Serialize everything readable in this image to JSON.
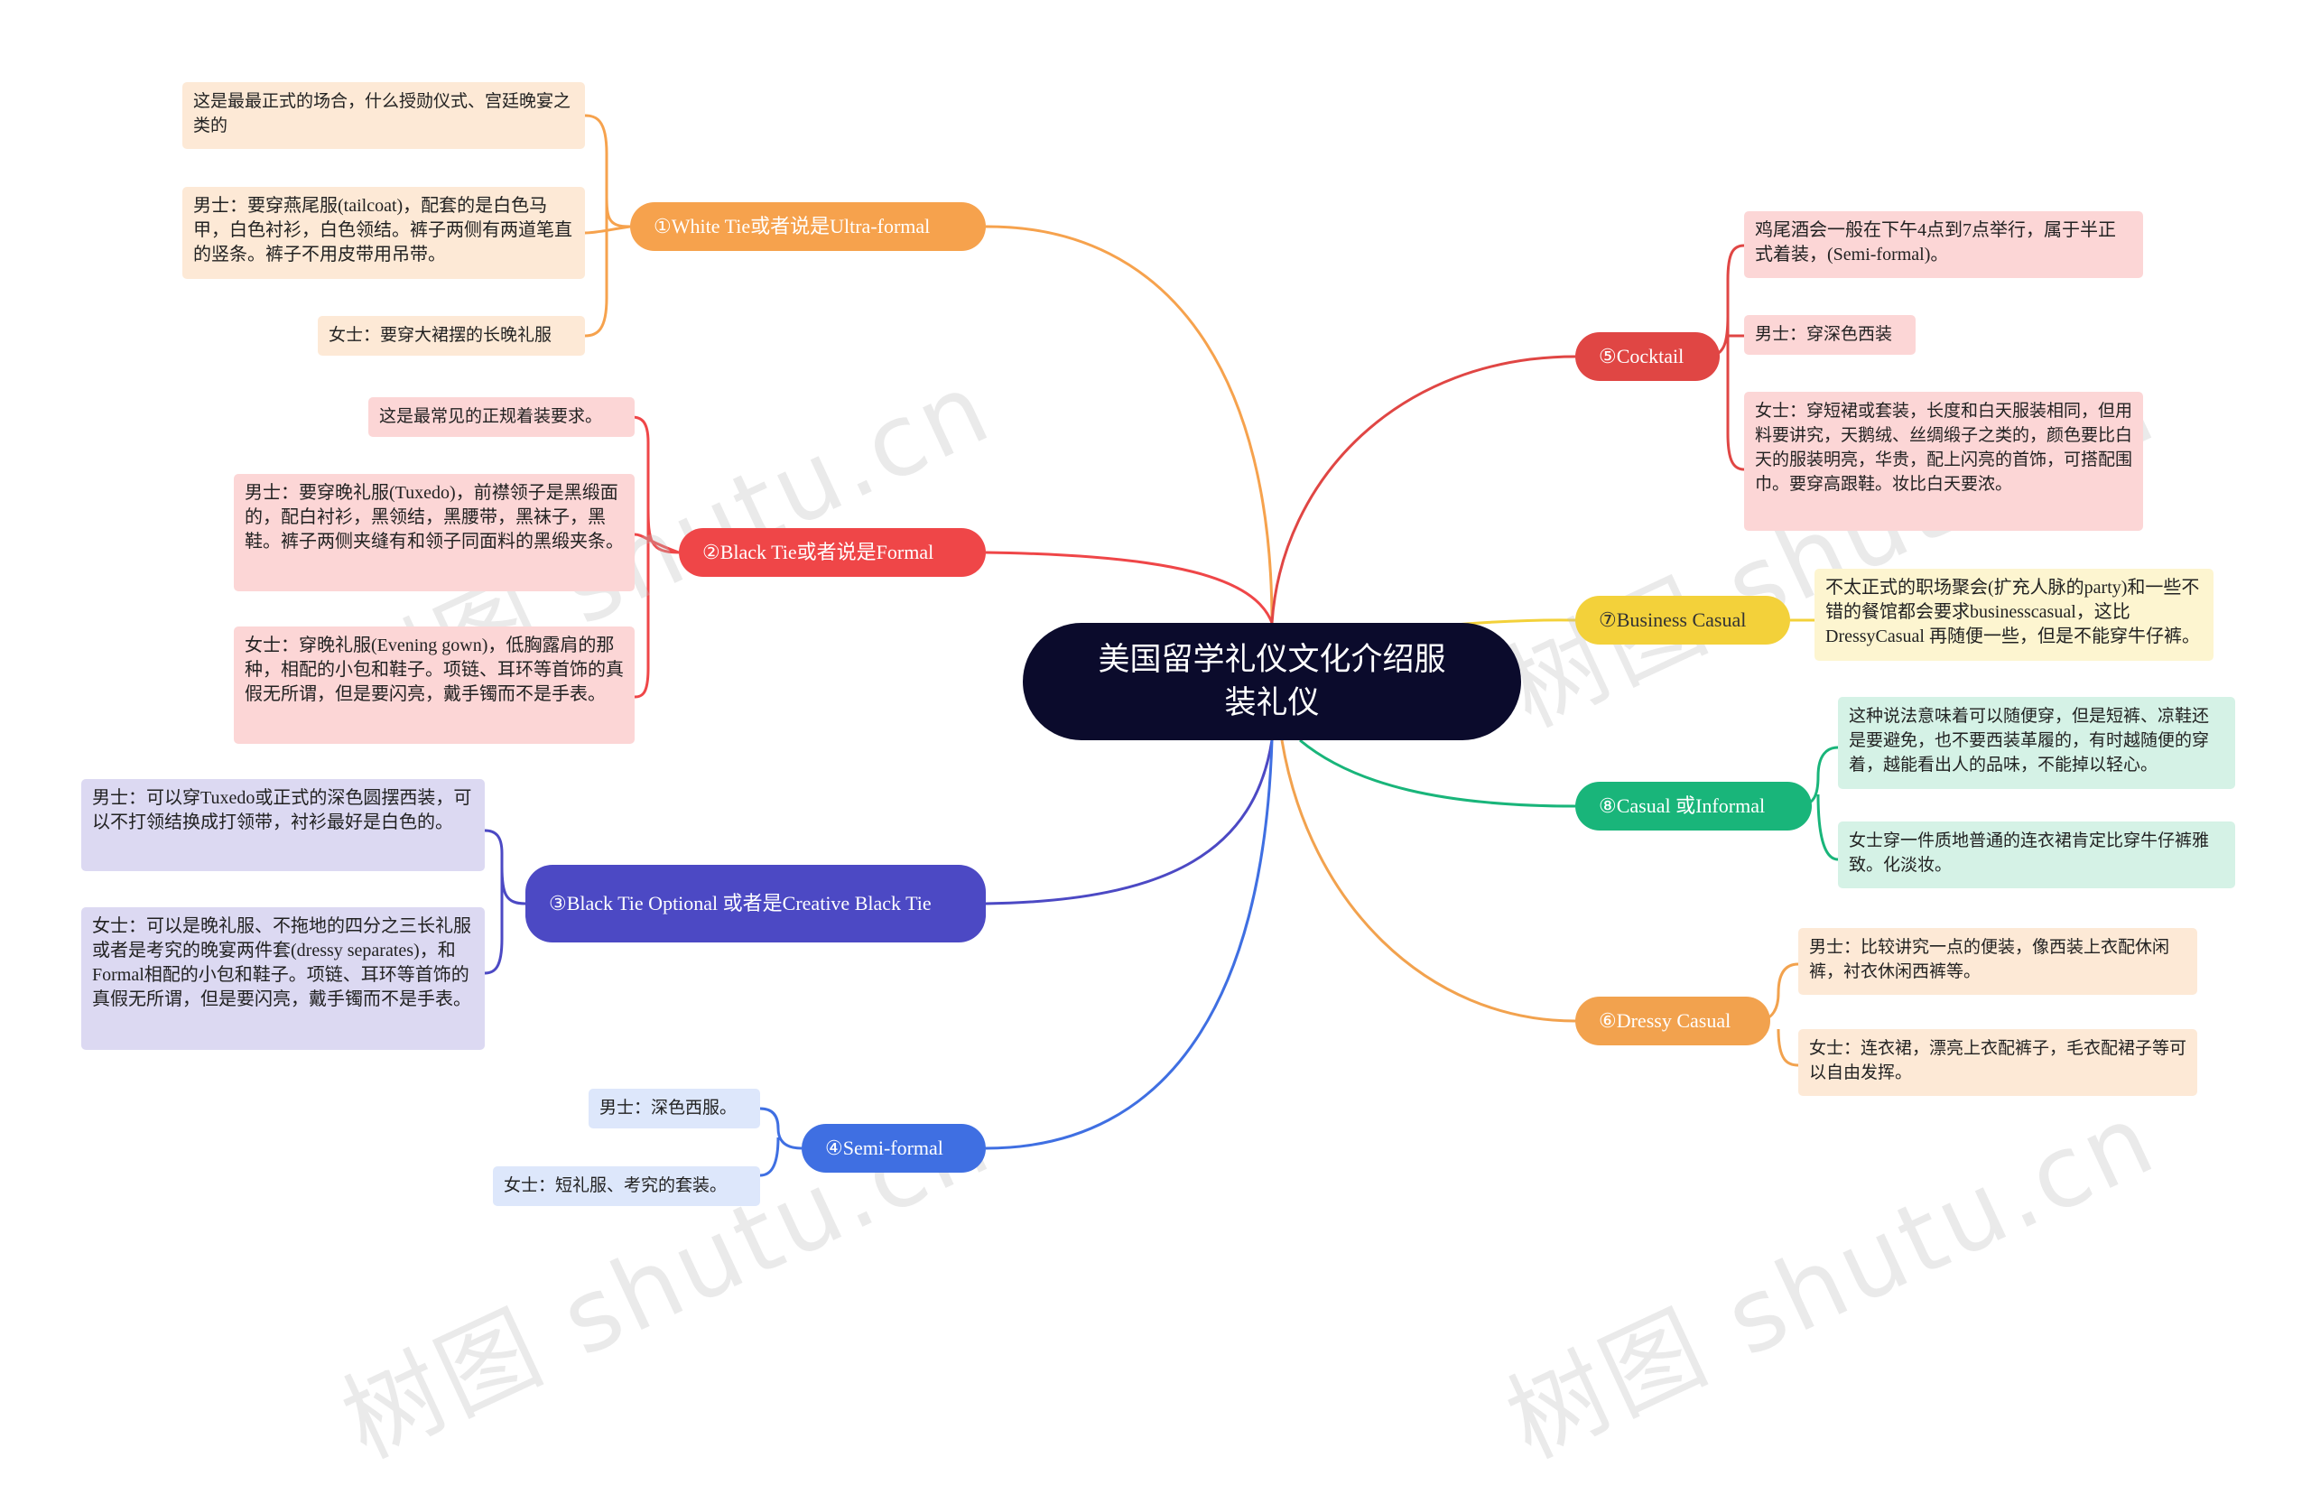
{
  "center": {
    "title": "美国留学礼仪文化介绍服装礼仪"
  },
  "branches": {
    "white_tie": {
      "label": "①White Tie或者说是Ultra-formal",
      "color": "#f6a24d"
    },
    "black_tie": {
      "label": "②Black Tie或者说是Formal",
      "color": "#ef4648"
    },
    "bto": {
      "label": "③Black Tie Optional 或者是Creative Black Tie",
      "color": "#4c49c4"
    },
    "semi_formal": {
      "label": "④Semi-formal",
      "color": "#3f6fe2"
    },
    "cocktail": {
      "label": "⑤Cocktail",
      "color": "#e04644"
    },
    "dressy_casual": {
      "label": "⑥Dressy Casual",
      "color": "#f2a24e"
    },
    "business_casual": {
      "label": "⑦Business Casual",
      "color": "#f3d13a"
    },
    "casual": {
      "label": "⑧Casual 或Informal",
      "color": "#19b57a"
    }
  },
  "leaves": {
    "white_tie_1": "这是最最正式的场合，什么授勋仪式、宫廷晚宴之类的",
    "white_tie_2": "男士：要穿燕尾服(tailcoat)，配套的是白色马甲，白色衬衫，白色领结。裤子两侧有两道笔直的竖条。裤子不用皮带用吊带。",
    "white_tie_3": "女士：要穿大裙摆的长晚礼服",
    "black_tie_1": "这是最常见的正规着装要求。",
    "black_tie_2": "男士：要穿晚礼服(Tuxedo)，前襟领子是黑缎面的，配白衬衫，黑领结，黑腰带，黑袜子，黑鞋。裤子两侧夹缝有和领子同面料的黑缎夹条。",
    "black_tie_3": "女士：穿晚礼服(Evening gown)，低胸露肩的那种，相配的小包和鞋子。项链、耳环等首饰的真假无所谓，但是要闪亮，戴手镯而不是手表。",
    "bto_1": "男士：可以穿Tuxedo或正式的深色圆摆西装，可以不打领结换成打领带，衬衫最好是白色的。",
    "bto_2": "女士：可以是晚礼服、不拖地的四分之三长礼服或者是考究的晚宴两件套(dressy separates)，和Formal相配的小包和鞋子。项链、耳环等首饰的真假无所谓，但是要闪亮，戴手镯而不是手表。",
    "semi_1": "男士：深色西服。",
    "semi_2": "女士：短礼服、考究的套装。",
    "cocktail_1": "鸡尾酒会一般在下午4点到7点举行，属于半正式着装，(Semi-formal)。",
    "cocktail_2": "男士：穿深色西装",
    "cocktail_3": "女士：穿短裙或套装，长度和白天服装相同，但用料要讲究，天鹅绒、丝绸缎子之类的，颜色要比白天的服装明亮，华贵，配上闪亮的首饰，可搭配围巾。要穿高跟鞋。妆比白天要浓。",
    "business_1": "不太正式的职场聚会(扩充人脉的party)和一些不错的餐馆都会要求businesscasual，这比DressyCasual 再随便一些，但是不能穿牛仔裤。",
    "casual_1": "这种说法意味着可以随便穿，但是短裤、凉鞋还是要避免，也不要西装革履的，有时越随便的穿着，越能看出人的品味，不能掉以轻心。",
    "casual_2": "女士穿一件质地普通的连衣裙肯定比穿牛仔裤雅致。化淡妆。",
    "dressy_1": "男士：比较讲究一点的便装，像西装上衣配休闲裤，衬衣休闲西裤等。",
    "dressy_2": "女士：连衣裙，漂亮上衣配裤子，毛衣配裙子等可以自由发挥。"
  },
  "watermark": "树图 shutu.cn"
}
